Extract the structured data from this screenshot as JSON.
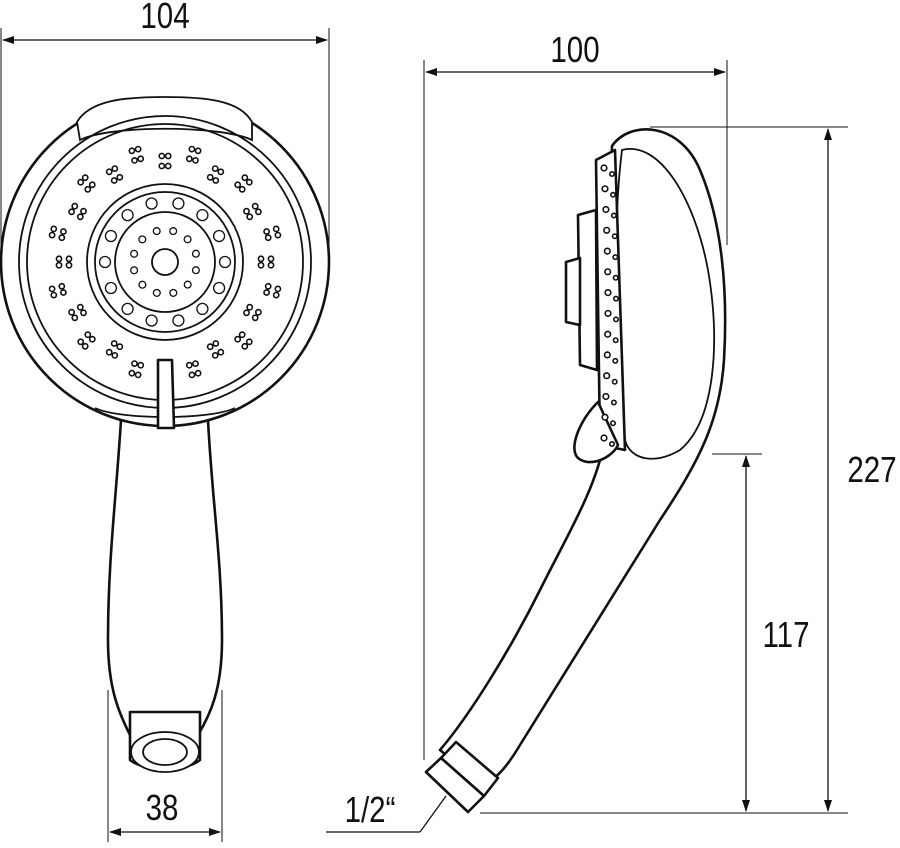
{
  "dimensions": {
    "front_width": "104",
    "side_depth": "100",
    "total_length": "227",
    "handle_length": "117",
    "connector_width": "38",
    "thread": "1/2“"
  },
  "colors": {
    "line": "#111111",
    "background": "#ffffff"
  }
}
